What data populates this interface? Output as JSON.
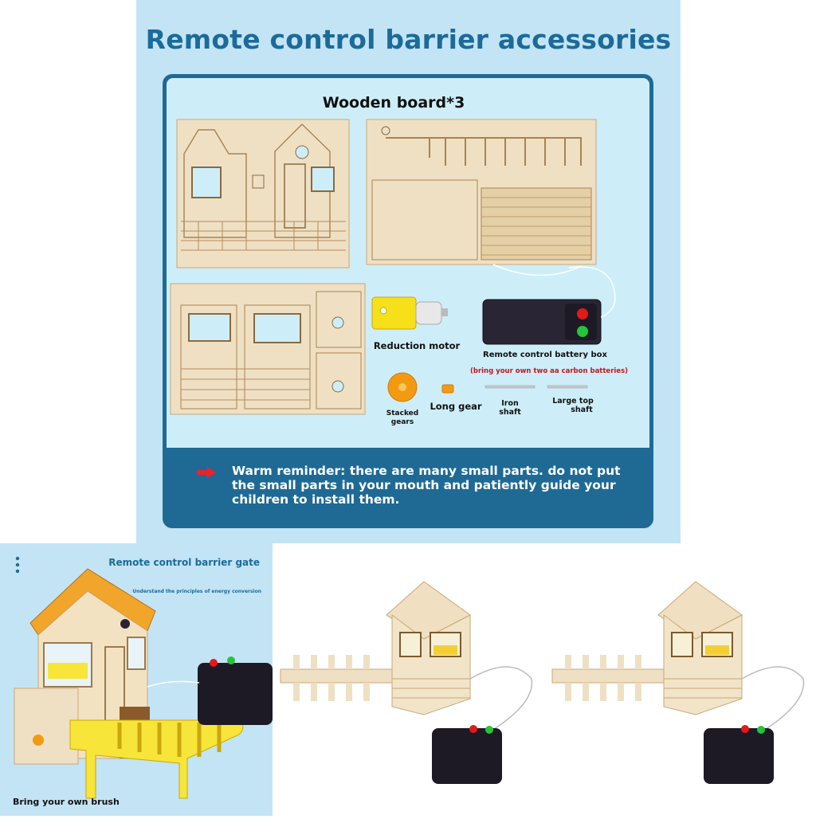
{
  "main_title": "Remote control barrier accessories",
  "board_title": "Wooden board*3",
  "parts": {
    "reduction_motor": "Reduction motor",
    "battery_box": "Remote control battery box",
    "battery_note": "(bring your own two aa carbon batteries)",
    "stacked_gears_1": "Stacked",
    "stacked_gears_2": "gears",
    "long_gear": "Long gear",
    "iron_shaft_1": "Iron",
    "iron_shaft_2": "shaft",
    "large_top_shaft_1": "Large top",
    "large_top_shaft_2": "shaft"
  },
  "reminder": "Warm reminder: there are many small parts. do not put the small parts in your mouth and patiently guide your children to install them.",
  "bottom_left": {
    "title": "Remote control barrier gate",
    "subtitle": "Understand the principles of energy conversion",
    "caption": "Bring your own brush"
  },
  "colors": {
    "panel_bg": "#c3e4f5",
    "title_blue": "#1b6b9a",
    "card_blue": "#1f6a95",
    "note_red": "#c8151b"
  },
  "icons": [
    "arrow-right-icon",
    "dots-icon"
  ]
}
